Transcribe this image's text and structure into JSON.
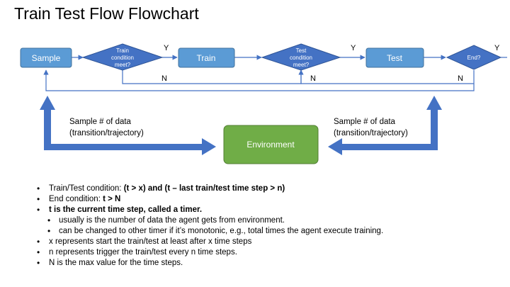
{
  "title": "Train Test Flow Flowchart",
  "nodes": {
    "sample": "Sample",
    "train_condition": [
      "Train",
      "condition",
      "meet?"
    ],
    "train": "Train",
    "test_condition": [
      "Test",
      "condition",
      "meet?"
    ],
    "test": "Test",
    "end_condition": "End?",
    "environment": "Environment"
  },
  "edge_labels": {
    "train_yes": "Y",
    "train_no": "N",
    "test_yes": "Y",
    "test_no": "N",
    "end_yes": "Y",
    "end_no": "N"
  },
  "side_labels": {
    "left": [
      "Sample  # of data",
      "(transition/trajectory)"
    ],
    "right": [
      "Sample  # of data",
      "(transition/trajectory)"
    ]
  },
  "notes": {
    "train_test_condition": {
      "text": "Train/Test condition:  ",
      "bold": "(t  > x) and (t – last train/test time step > n)"
    },
    "end_condition": {
      "text": "End condition: ",
      "bold": "t > N"
    },
    "timer": {
      "bold": "t is the current time step, called a timer."
    },
    "timer_sub_1": "usually is the number of data the agent gets from environment.",
    "timer_sub_2": "can be changed to other timer if it’s monotonic, e.g., total times the agent execute training.",
    "x_def": "x represents start the train/test at least after x time steps",
    "n_def": "n represents trigger the train/test every n time steps.",
    "N_def": "N is the max value for the time steps."
  },
  "colors": {
    "box_fill": "#5b9bd5",
    "box_stroke": "#41719c",
    "diamond_fill": "#4472c4",
    "diamond_stroke": "#2f5597",
    "arrow": "#4472c4",
    "environment_fill": "#70ad47",
    "environment_stroke": "#507e32",
    "connector": "#4472c4"
  }
}
